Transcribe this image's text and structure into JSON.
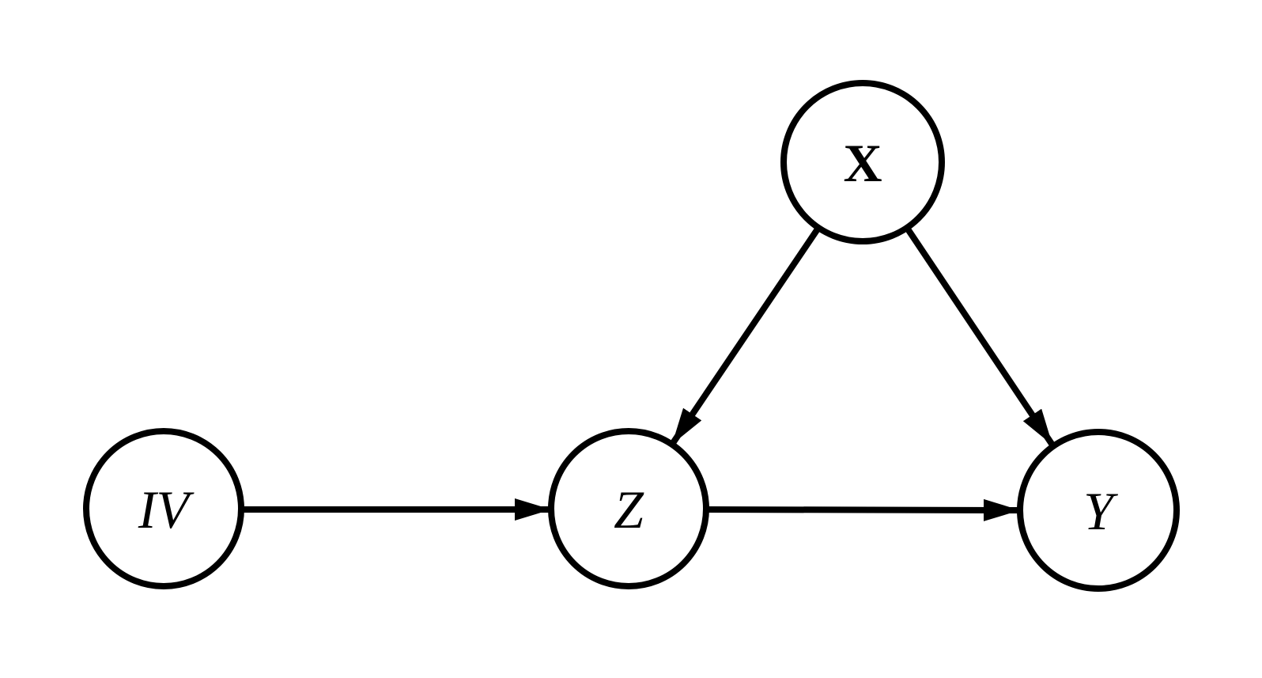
{
  "diagram": {
    "type": "directed-graph",
    "description": "Causal DAG with instrumental variable",
    "background": "#ffffff",
    "stroke_color": "#000000",
    "node_fill": "#ffffff",
    "nodes": [
      {
        "id": "IV",
        "label": "IV",
        "style": "italic"
      },
      {
        "id": "X",
        "label": "X",
        "style": "bold"
      },
      {
        "id": "Z",
        "label": "Z",
        "style": "italic"
      },
      {
        "id": "Y",
        "label": "Y",
        "style": "italic"
      }
    ],
    "edges": [
      {
        "from": "IV",
        "to": "Z"
      },
      {
        "from": "X",
        "to": "Z"
      },
      {
        "from": "X",
        "to": "Y"
      },
      {
        "from": "Z",
        "to": "Y"
      }
    ]
  }
}
